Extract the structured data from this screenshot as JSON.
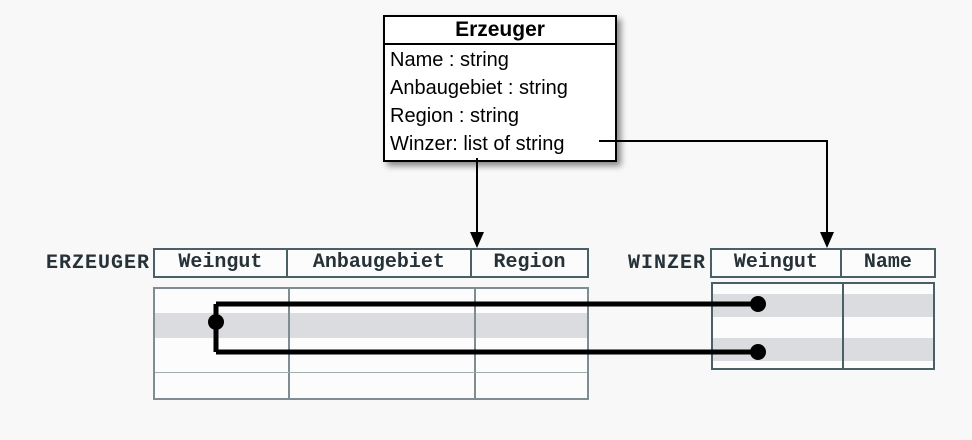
{
  "background": "#f8f8f8",
  "class_box": {
    "title": "Erzeuger",
    "attributes": [
      "Name : string",
      "Anbaugebiet : string",
      "Region : string",
      "Winzer: list of string"
    ]
  },
  "erzeuger_table": {
    "label": "ERZEUGER",
    "columns": [
      "Weingut",
      "Anbaugebiet",
      "Region"
    ],
    "row_count": 4,
    "shaded_rows": [
      1
    ],
    "cell_values": []
  },
  "winzer_table": {
    "label": "WINZER",
    "columns": [
      "Weingut",
      "Name"
    ],
    "row_count": 4,
    "shaded_rows": [
      1,
      3
    ],
    "cell_values": []
  },
  "colors": {
    "header_text": "#263238",
    "table_border_dark": "#4a5f66",
    "table_border_light": "#7d8d92",
    "row_stripe": "#dbdce0",
    "connector": "#000000",
    "class_box_fill": "#ffffff",
    "cell_fill": "#fcfcfc",
    "background": "#f8f8f8"
  }
}
